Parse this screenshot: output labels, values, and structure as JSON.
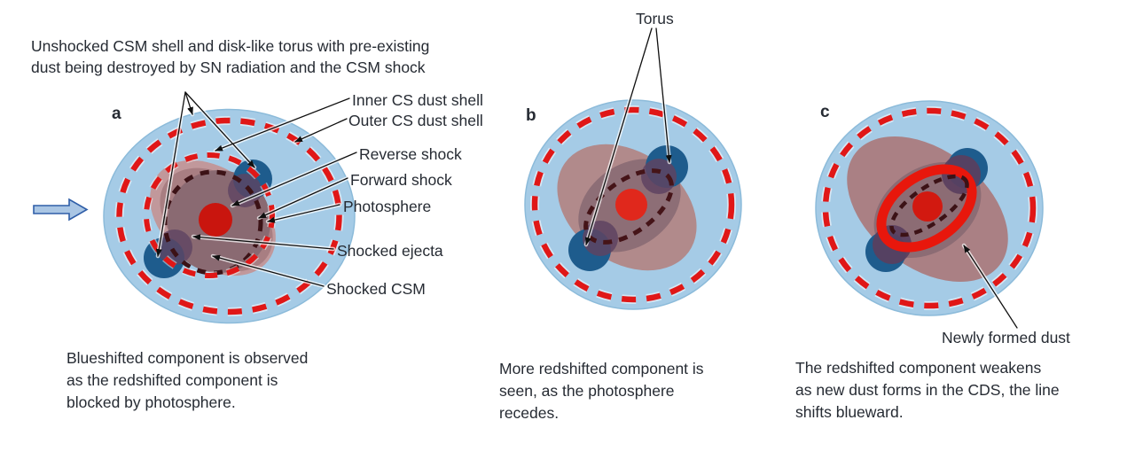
{
  "palette": {
    "shell_blue": "#a5cbe6",
    "dust_ring_red": "#e01717",
    "csm_pink": "#c1989b",
    "ejecta_mauve": "#a87e82",
    "inner_region_brown": "#8a6a72",
    "torus_dash_dark": "#3c1216",
    "photosphere_red": "#c9150e",
    "dust_clump_blue": "#1e5c8d",
    "dust_clump_purple": "#5e4362",
    "newly_formed_dust_red": "#e8170c",
    "pointer_line_black": "#101010",
    "text_color": "#262b33",
    "arrow_fill": "#aac6e4",
    "arrow_stroke": "#2f5ea8"
  },
  "header": {
    "description_lines": [
      "Unshocked CSM shell and disk-like torus with pre-existing",
      "dust being destroyed by SN radiation and the CSM shock"
    ]
  },
  "torus_label": "Torus",
  "labels_a": {
    "inner_shell": "Inner CS dust shell",
    "outer_shell": "Outer CS dust shell",
    "reverse_shock": "Reverse shock",
    "forward_shock": "Forward shock",
    "photosphere": "Photosphere",
    "shocked_ejecta": "Shocked ejecta",
    "shocked_csm": "Shocked CSM"
  },
  "newly_formed_dust_label": "Newly formed dust",
  "panels": [
    {
      "letter": "a",
      "caption_lines": [
        "Blueshifted component is observed",
        "as the redshifted component is",
        "blocked by photosphere."
      ]
    },
    {
      "letter": "b",
      "caption_lines": [
        "More redshifted component is",
        "seen, as the photosphere",
        "recedes."
      ]
    },
    {
      "letter": "c",
      "caption_lines": [
        "The redshifted component weakens",
        "as new dust forms in the CDS, the line",
        "shifts blueward."
      ]
    }
  ]
}
